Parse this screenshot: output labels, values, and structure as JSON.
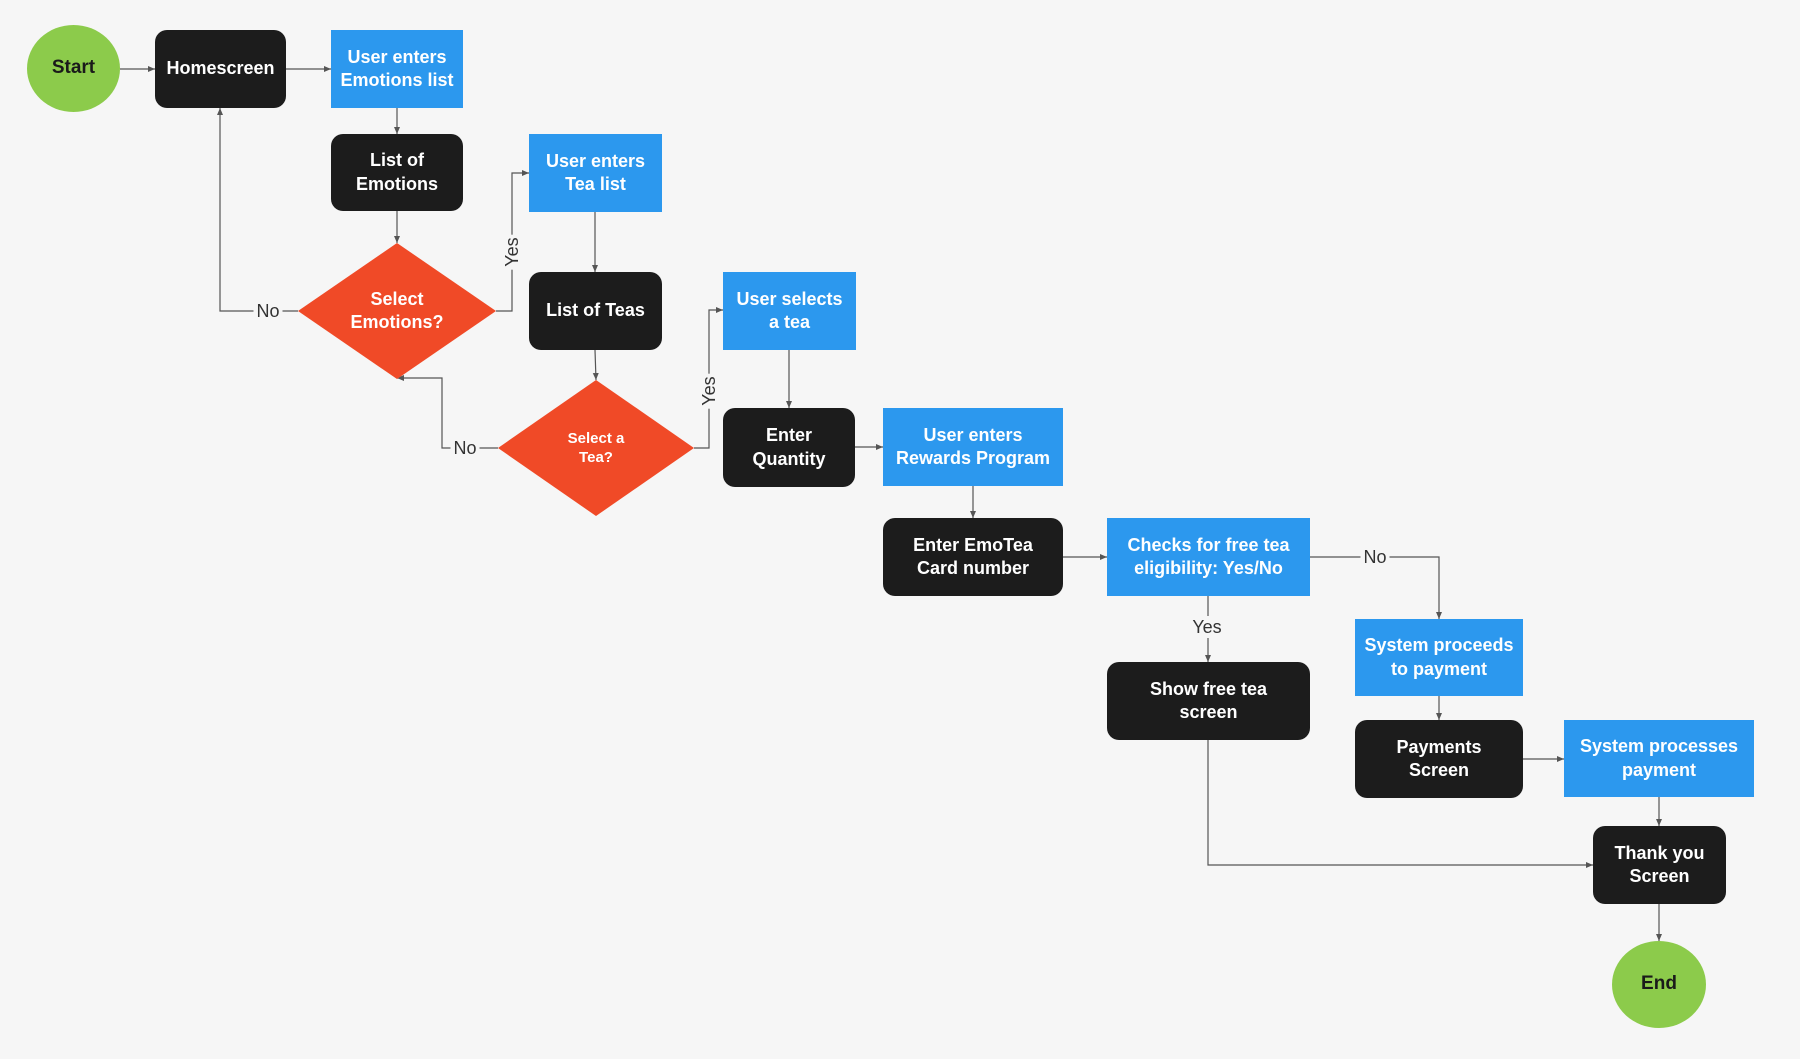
{
  "colors": {
    "background": "#f6f6f6",
    "screen": "#1c1c1c",
    "user_action": "#2c98ee",
    "decision": "#f04a27",
    "terminal": "#8ccb4b",
    "connector": "#555555"
  },
  "nodes": {
    "start": "Start",
    "homescreen": "Homescreen",
    "enters_emotions": "User enters\nEmotions list",
    "list_emotions": "List of\nEmotions",
    "select_emotions": "Select\nEmotions?",
    "enters_tea": "User enters\nTea list",
    "list_teas": "List of Teas",
    "select_tea": "Select a\nTea?",
    "selects_tea": "User selects\na tea",
    "enter_quantity": "Enter\nQuantity",
    "enters_rewards": "User enters\nRewards Program",
    "enter_card": "Enter EmoTea\nCard number",
    "checks_free": "Checks for free tea\neligibility: Yes/No",
    "show_free": "Show free tea\nscreen",
    "proceeds_payment": "System proceeds\nto payment",
    "payments_screen": "Payments\nScreen",
    "processes_payment": "System processes\npayment",
    "thank_you": "Thank you\nScreen",
    "end": "End"
  },
  "edge_labels": {
    "emotions_no": "No",
    "emotions_yes": "Yes",
    "tea_no": "No",
    "tea_yes": "Yes",
    "free_no": "No",
    "free_yes": "Yes"
  }
}
